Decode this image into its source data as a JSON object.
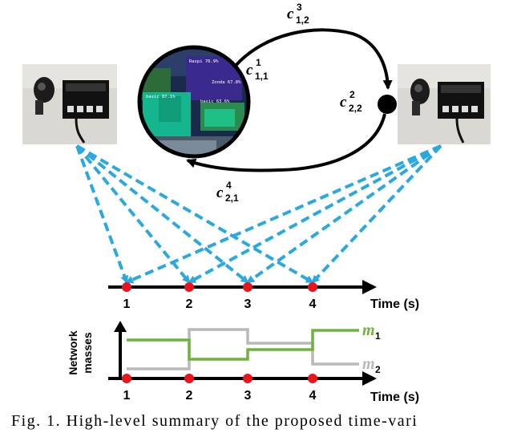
{
  "cost_labels": {
    "c13": {
      "base": "c",
      "sup": "3",
      "sub": "1,2"
    },
    "c11": {
      "base": "c",
      "sup": "1",
      "sub": "1,1"
    },
    "c22": {
      "base": "c",
      "sup": "2",
      "sub": "2,2"
    },
    "c21": {
      "base": "c",
      "sup": "4",
      "sub": "2,1"
    }
  },
  "frame_detections": [
    {
      "label": "Raspi 76.9%"
    },
    {
      "label": "Zonda 67.8%"
    },
    {
      "label": "basic 87.1%"
    },
    {
      "label": "basic 63.6%"
    }
  ],
  "timeline": {
    "ticks": [
      "1",
      "2",
      "3",
      "4"
    ],
    "axis_label": "Time (s)"
  },
  "masses_plot": {
    "ylabel_line1": "Network",
    "ylabel_line2": "masses",
    "ticks": [
      "1",
      "2",
      "3",
      "4"
    ],
    "xlabel": "Time (s)",
    "legend": [
      {
        "base": "m",
        "sub": "1",
        "color": "#6db33f"
      },
      {
        "base": "m",
        "sub": "2",
        "color": "#b9b9b9"
      }
    ]
  },
  "colors": {
    "dashed_arrows": "#2aa8e0",
    "event_dots": "#e8151b",
    "m1": "#6db33f",
    "m2": "#b9b9b9"
  },
  "caption": "Fig. 1. High-level summary of the proposed time-vari"
}
